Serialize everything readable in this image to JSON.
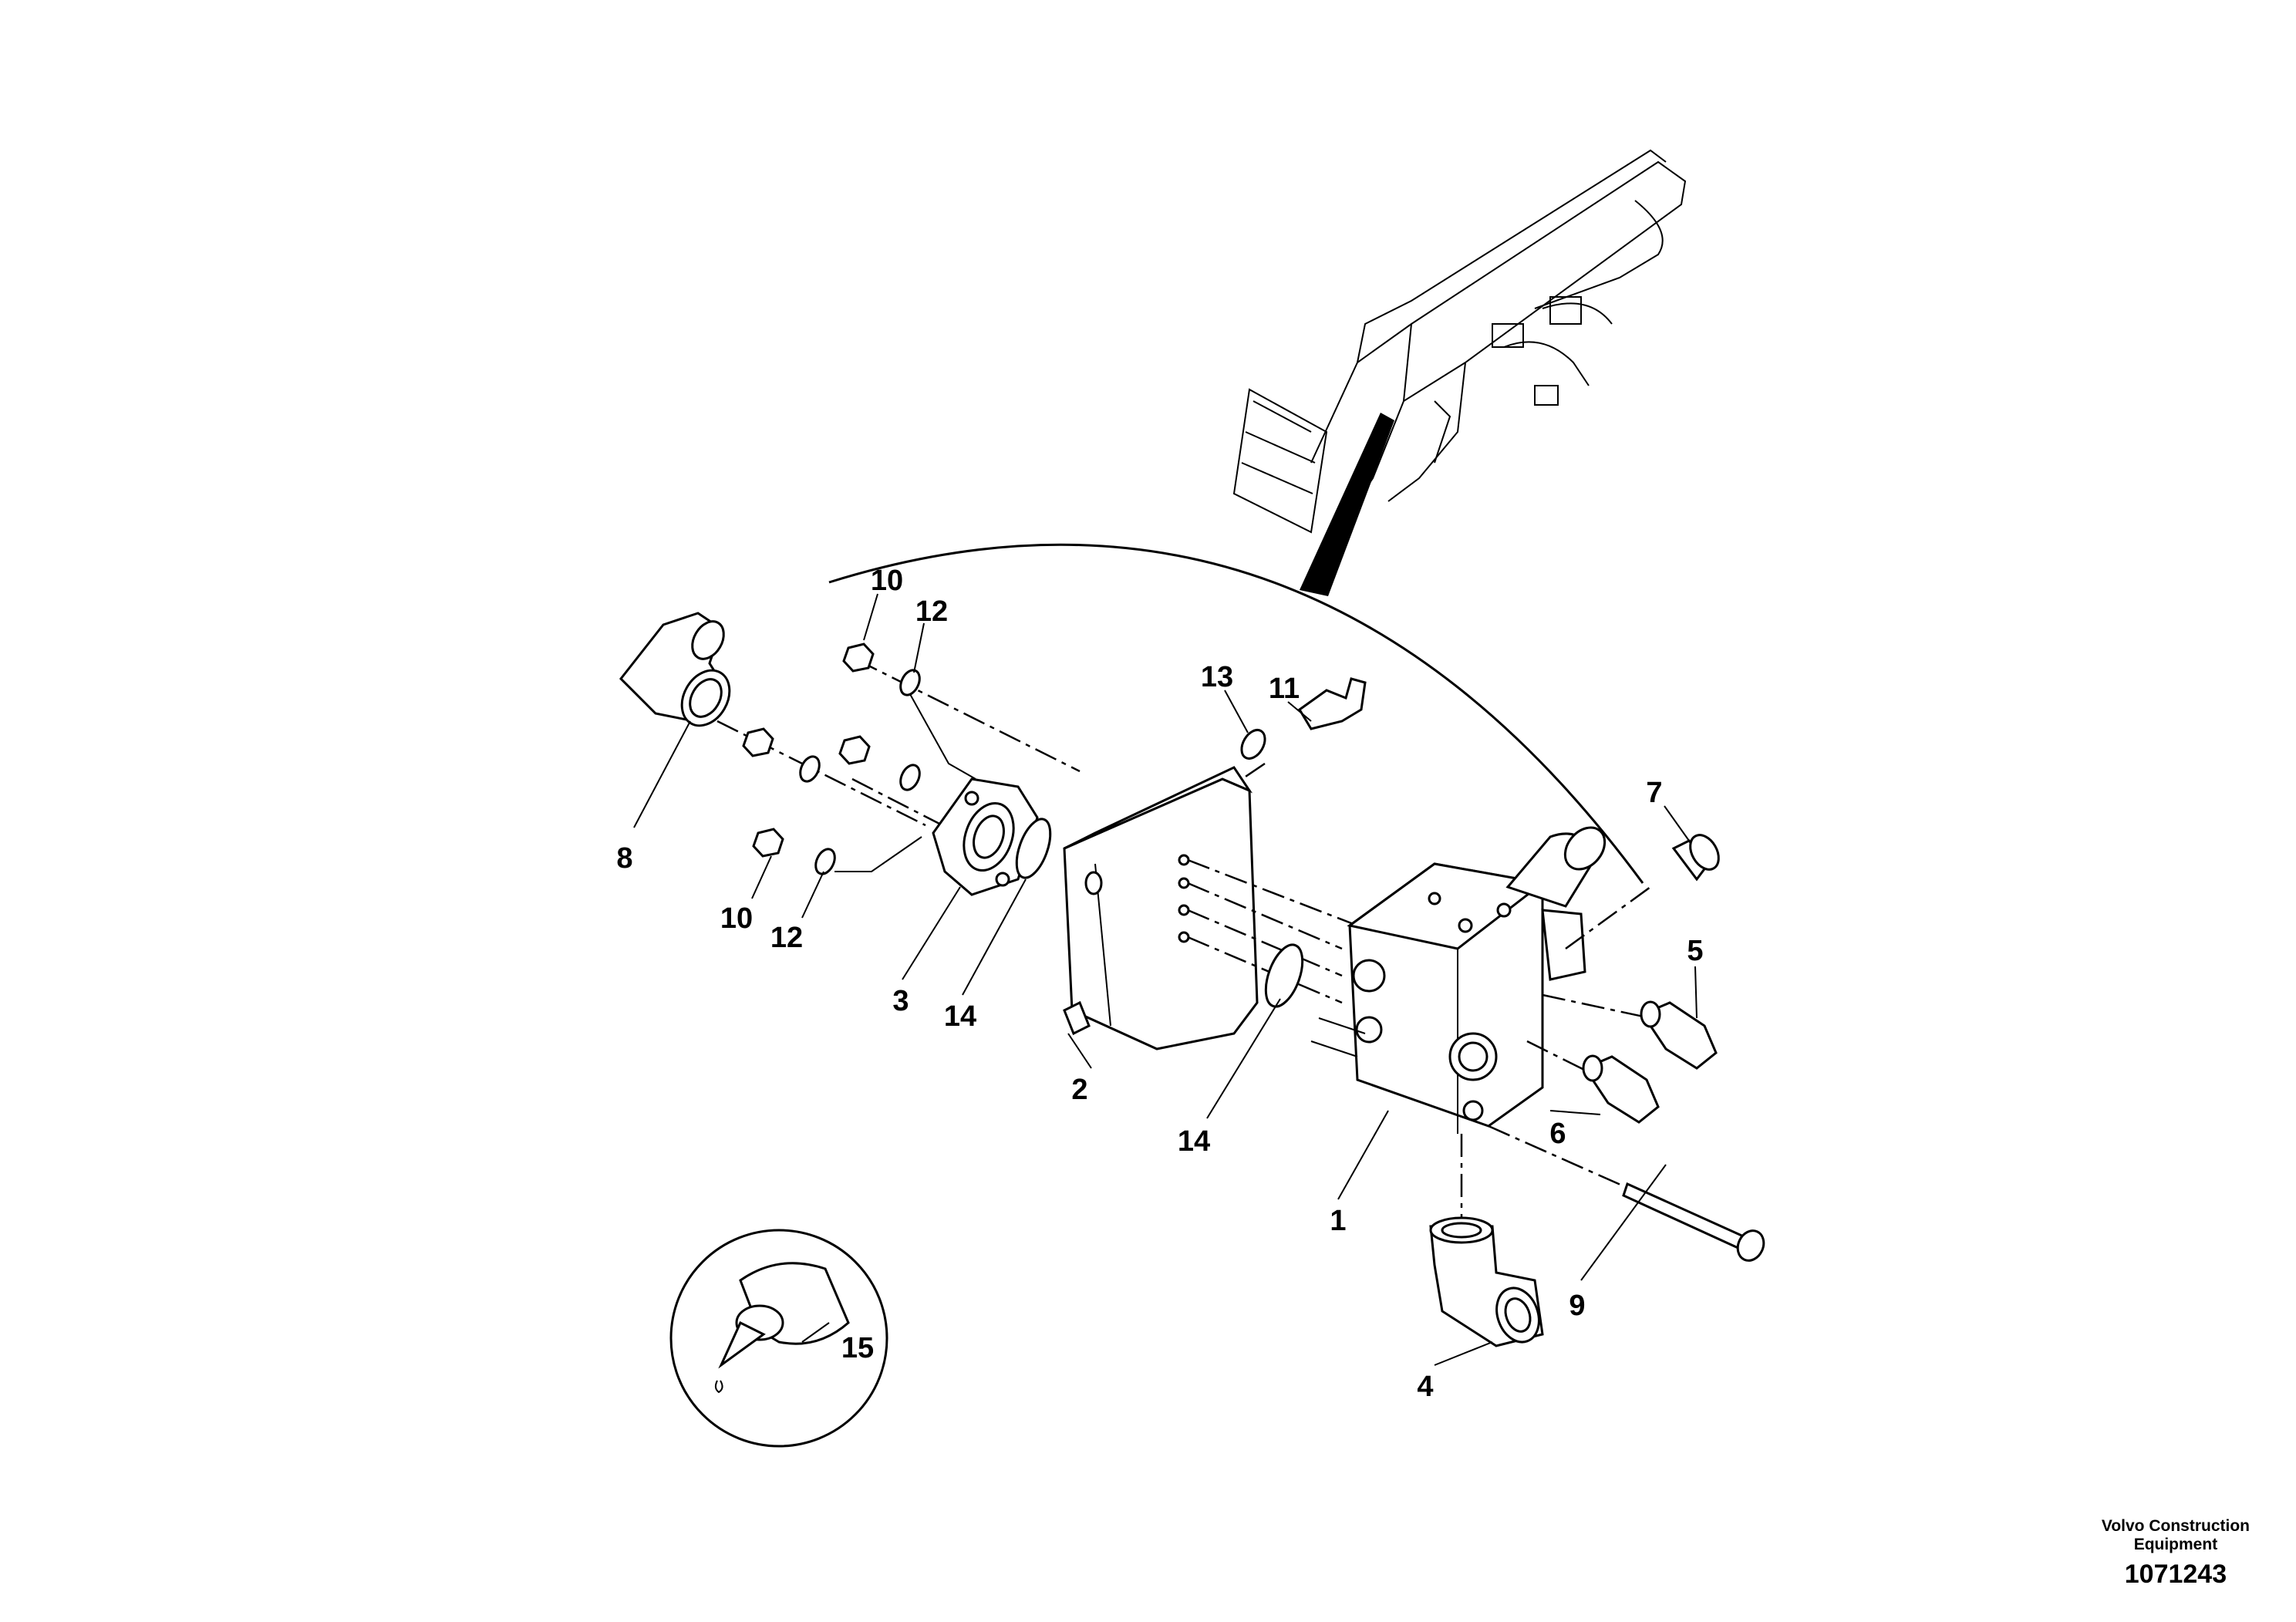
{
  "callouts": [
    {
      "id": "1",
      "label": "1"
    },
    {
      "id": "2",
      "label": "2"
    },
    {
      "id": "3",
      "label": "3"
    },
    {
      "id": "4",
      "label": "4"
    },
    {
      "id": "5",
      "label": "5"
    },
    {
      "id": "6",
      "label": "6"
    },
    {
      "id": "7",
      "label": "7"
    },
    {
      "id": "8",
      "label": "8"
    },
    {
      "id": "9",
      "label": "9"
    },
    {
      "id": "10a",
      "label": "10"
    },
    {
      "id": "10b",
      "label": "10"
    },
    {
      "id": "11",
      "label": "11"
    },
    {
      "id": "12a",
      "label": "12"
    },
    {
      "id": "12b",
      "label": "12"
    },
    {
      "id": "13",
      "label": "13"
    },
    {
      "id": "14a",
      "label": "14"
    },
    {
      "id": "14b",
      "label": "14"
    },
    {
      "id": "15",
      "label": "15"
    }
  ],
  "footer": {
    "brand_line1": "Volvo Construction",
    "brand_line2": "Equipment",
    "document_number": "1071243"
  }
}
